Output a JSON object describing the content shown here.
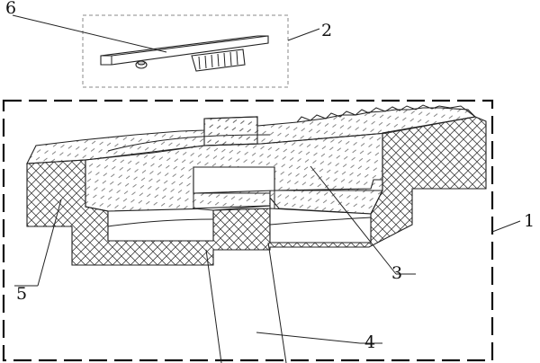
{
  "labels": {
    "l1": "1",
    "l2": "2",
    "l3": "3",
    "l4": "4",
    "l5": "5",
    "l6": "6"
  },
  "colors": {
    "line": "#222222",
    "hatch": "#555555",
    "background": "#ffffff"
  }
}
